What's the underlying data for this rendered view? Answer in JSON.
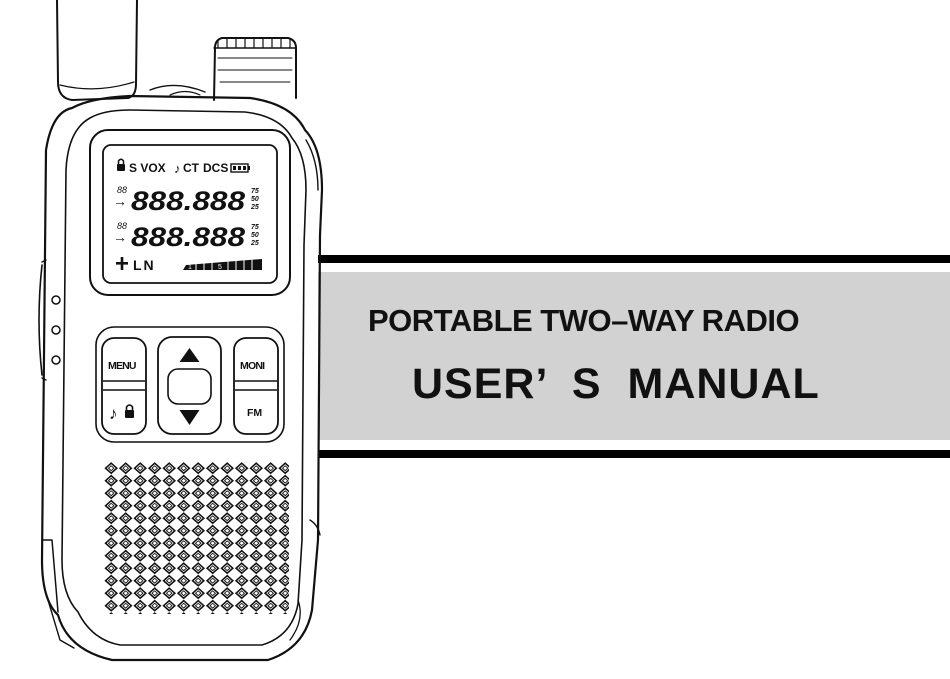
{
  "cover": {
    "title_line1": "PORTABLE TWO–WAY RADIO",
    "title_line2": "USER’  S  MANUAL"
  },
  "radio": {
    "lcd": {
      "status_icons": "S VOX",
      "ct_label": "CT",
      "dcs_label": "DCS",
      "channel_digits": "88",
      "frequency_upper": "888.888",
      "frequency_lower": "888.888",
      "step_75": "75",
      "step_50": "50",
      "step_25": "25",
      "mode_text": "LN",
      "signal_1": "1",
      "signal_5": "5"
    },
    "buttons": {
      "menu": "MENU",
      "moni": "MONI",
      "fm": "FM"
    }
  },
  "colors": {
    "band_gray": "#d2d2d2",
    "ink": "#111111"
  }
}
